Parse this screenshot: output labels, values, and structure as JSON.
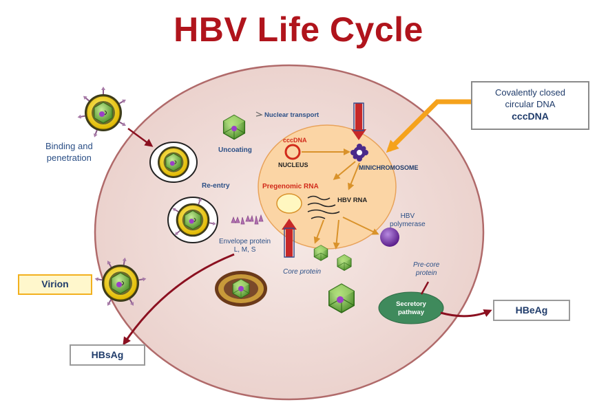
{
  "title": "HBV Life Cycle",
  "labels": {
    "binding": "Binding and\npenetration",
    "uncoating": "Uncoating",
    "nuclear_transport": "Nuclear transport",
    "reentry": "Re-entry",
    "cccdna_small": "cccDNA",
    "nucleus": "NUCLEUS",
    "minichromosome": "MINICHROMOSOME",
    "pregenomic_rna": "Pregenomic RNA",
    "hbv_rna": "HBV RNA",
    "hbv_polymerase": "HBV\npolymerase",
    "envelope_protein": "Envelope protein\nL, M, S",
    "core_protein": "Core protein",
    "precore_protein": "Pre-core\nprotein",
    "secretory_pathway": "Secretory\npathway"
  },
  "boxes": {
    "cccdna_box_line1": "Covalently closed",
    "cccdna_box_line2": "circular DNA",
    "cccdna_box_line3": "cccDNA",
    "virion": "Virion",
    "hbsag": "HBsAg",
    "hbeag": "HBeAg"
  },
  "colors": {
    "title": "#b0141c",
    "cell_fill": "#f1e0dc",
    "cell_stroke": "#b06a6a",
    "nucleus_fill": "#fbd5a5",
    "nucleus_stroke": "#e8a25a",
    "arrow_orange": "#d9922a",
    "arrow_red": "#c62828",
    "arrow_dark_red": "#8b1020",
    "callout_orange": "#f5a21c",
    "virion_box_border": "#f2b01e",
    "virion_box_fill": "#fff7cc",
    "secretory_fill": "#3f8a5c",
    "capsid_green": "#7fbf4a",
    "polymerase_purple": "#7a2fb0",
    "label_blue": "#2b4f86"
  },
  "icons": [
    "virion-icon",
    "capsid-icon",
    "minichromosome-icon",
    "polymerase-icon",
    "envelope-protein-icon",
    "rna-strand-icon"
  ]
}
